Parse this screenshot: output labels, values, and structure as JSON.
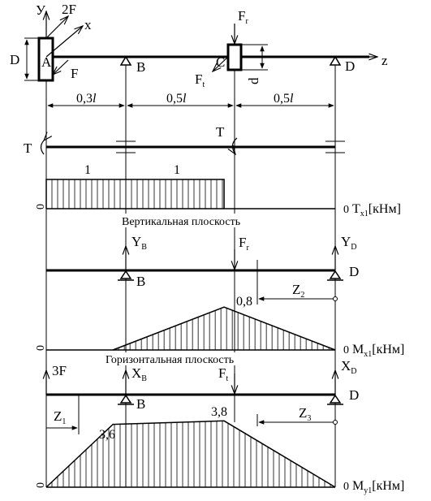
{
  "labels": {
    "y_axis": "У",
    "x_axis": "x",
    "z_axis": "z",
    "force_2F": "2F",
    "force_F": "F",
    "force_Fr": "F",
    "force_Fr_sub": "r",
    "force_Ft": "F",
    "force_Ft_sub": "t",
    "diam_D": "D",
    "diam_d": "d",
    "point_A": "A",
    "point_B": "B",
    "point_C": "C",
    "point_D": "D",
    "dim_1": "0,3",
    "dim_2": "0,5",
    "dim_3": "0,5",
    "dim_l": "l",
    "torque_T_left": "T",
    "torque_T_mid": "T",
    "torque_val_1": "1",
    "torque_val_2": "1",
    "zero": "0",
    "plot1_label": "T",
    "plot1_sub": "x1",
    "plot1_unit": "[кНм]",
    "vertical_plane": "Вертикальная плоскость",
    "Y_B": "Y",
    "Y_B_sub": "B",
    "Y_D": "Y",
    "Y_D_sub": "D",
    "Z2": "Z",
    "Z2_sub": "2",
    "peak_vert": "0,8",
    "plot2_label": "M",
    "plot2_sub": "x1",
    "plot2_unit": "[кНм]",
    "horizontal_plane": "Горизонтальная плоскость",
    "force_3F": "3F",
    "X_B": "X",
    "X_B_sub": "B",
    "X_D": "X",
    "X_D_sub": "D",
    "Z1": "Z",
    "Z1_sub": "1",
    "Z3": "Z",
    "Z3_sub": "3",
    "val_36": "3,6",
    "val_38": "3,8",
    "plot3_label": "M",
    "plot3_sub": "y1",
    "plot3_unit": "[кНм]"
  },
  "diagrams": {
    "torque": [
      {
        "z": 0.0,
        "v": 1
      },
      {
        "z": 0.8,
        "v": 1
      }
    ],
    "moment_vertical": [
      {
        "z": 0.3,
        "v": 0
      },
      {
        "z": 0.8,
        "v": 0.8
      },
      {
        "z": 1.3,
        "v": 0
      }
    ],
    "moment_horizontal": [
      {
        "z": 0.0,
        "v": 0
      },
      {
        "z": 0.3,
        "v": 3.6
      },
      {
        "z": 0.8,
        "v": 3.8
      },
      {
        "z": 1.3,
        "v": 0
      }
    ]
  }
}
